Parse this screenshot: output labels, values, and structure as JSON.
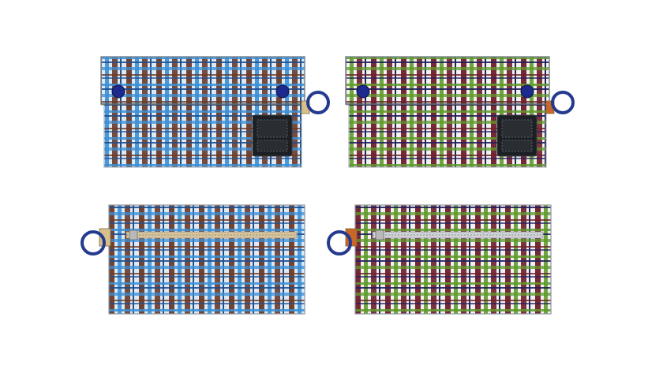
{
  "products": [
    {
      "view": "front",
      "colorway": "blue-brown",
      "fabric": {
        "base": "#dfe9f2",
        "stripe_a": "#3a8fd6",
        "stripe_b": "#6a3b2b",
        "thin": "#1f4f8f"
      },
      "snap_color": "#1b2a8c",
      "ring_color": "#233a8f",
      "tab_color": "#d9c08a",
      "icons": [
        "snap-button-icon",
        "d-ring-icon",
        "leather-patch-icon"
      ]
    },
    {
      "view": "front",
      "colorway": "green-burgundy",
      "fabric": {
        "base": "#f2f2ee",
        "stripe_a": "#5f9a2c",
        "stripe_b": "#6e1f2c",
        "thin": "#22205e"
      },
      "snap_color": "#1b2a8c",
      "ring_color": "#233a8f",
      "tab_color": "#c9672a",
      "icons": [
        "snap-button-icon",
        "d-ring-icon",
        "leather-patch-icon"
      ]
    },
    {
      "view": "back",
      "colorway": "blue-brown",
      "fabric": {
        "base": "#dfe9f2",
        "stripe_a": "#3a8fd6",
        "stripe_b": "#6a3b2b",
        "thin": "#1f4f8f"
      },
      "zipper_color": "#d8c49a",
      "ring_color": "#233a8f",
      "tab_color": "#d9c08a",
      "icons": [
        "zipper-icon",
        "d-ring-icon"
      ]
    },
    {
      "view": "back",
      "colorway": "green-burgundy",
      "fabric": {
        "base": "#f2f2ee",
        "stripe_a": "#5f9a2c",
        "stripe_b": "#6e1f2c",
        "thin": "#22205e"
      },
      "zipper_color": "#cfd2d6",
      "ring_color": "#233a8f",
      "tab_color": "#c9672a",
      "icons": [
        "zipper-icon",
        "d-ring-icon"
      ]
    }
  ]
}
